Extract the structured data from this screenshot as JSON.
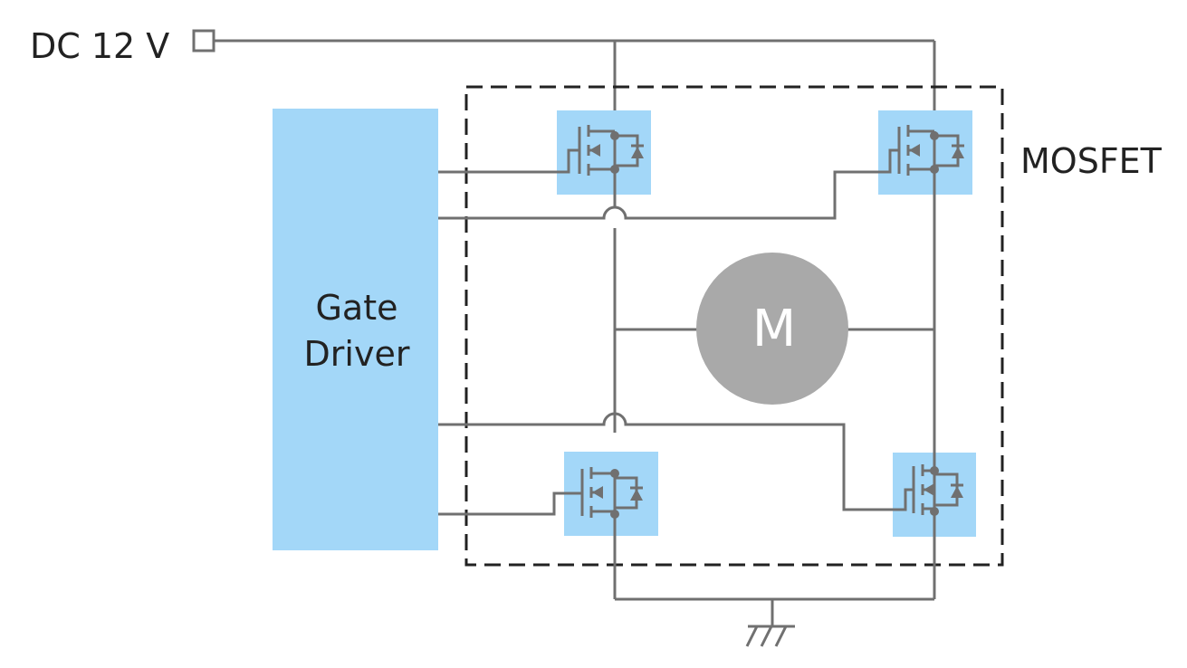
{
  "supply": {
    "label": "DC 12 V"
  },
  "module": {
    "label": "MOSFET"
  },
  "driver": {
    "label_line1": "Gate",
    "label_line2": "Driver"
  },
  "motor": {
    "label": "M"
  },
  "colors": {
    "wire": "#707070",
    "driver_fill": "#a3d7f8",
    "mosfet_pad": "#a3d7f8",
    "motor_fill": "#a9a9a9",
    "motor_text": "#ffffff",
    "boundary": "#222222"
  },
  "icons": {
    "supply_terminal": "square-terminal-icon",
    "ground": "ground-icon",
    "transistor": "n-channel-mosfet-icon",
    "diode": "body-diode-icon"
  }
}
